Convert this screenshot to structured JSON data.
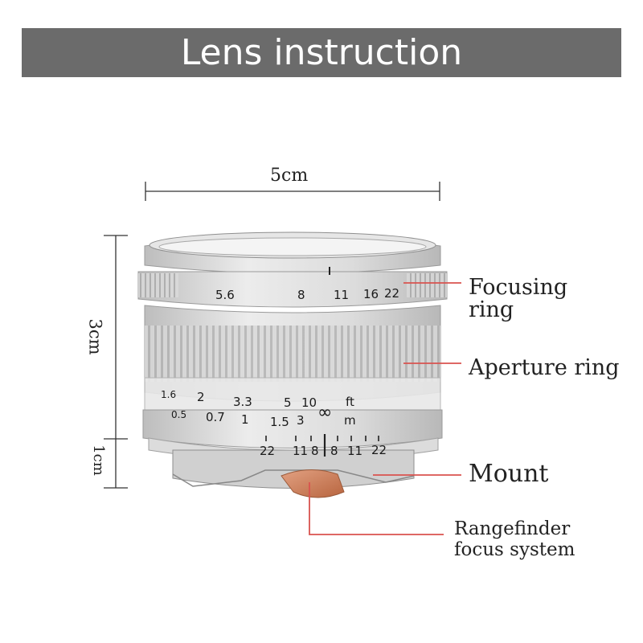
{
  "header": {
    "title": "Lens instruction"
  },
  "dimensions": {
    "width": "5cm",
    "height": "3cm",
    "mount_height": "1cm"
  },
  "callouts": {
    "focusing_ring": [
      "Focusing",
      "ring"
    ],
    "aperture_ring": "Aperture ring",
    "mount": "Mount",
    "rangefinder": [
      "Rangefinder",
      "focus system"
    ]
  },
  "lens_markings": {
    "top_ring": [
      "5.6",
      "8",
      "11",
      "16",
      "22"
    ],
    "distance_ft": [
      "1.6",
      "2",
      "3.3",
      "5",
      "10",
      "ft"
    ],
    "distance_m": [
      "0.5",
      "0.7",
      "1",
      "1.5",
      "3",
      "m"
    ],
    "dof_scale": [
      "22",
      "11",
      "8",
      "8",
      "11",
      "22"
    ],
    "infinity": "∞"
  },
  "colors": {
    "banner": "#6b6b6b",
    "callout_line": "#d9534f",
    "lens_silver": "#d4d4d4",
    "brass_tab": "#c97a55"
  }
}
